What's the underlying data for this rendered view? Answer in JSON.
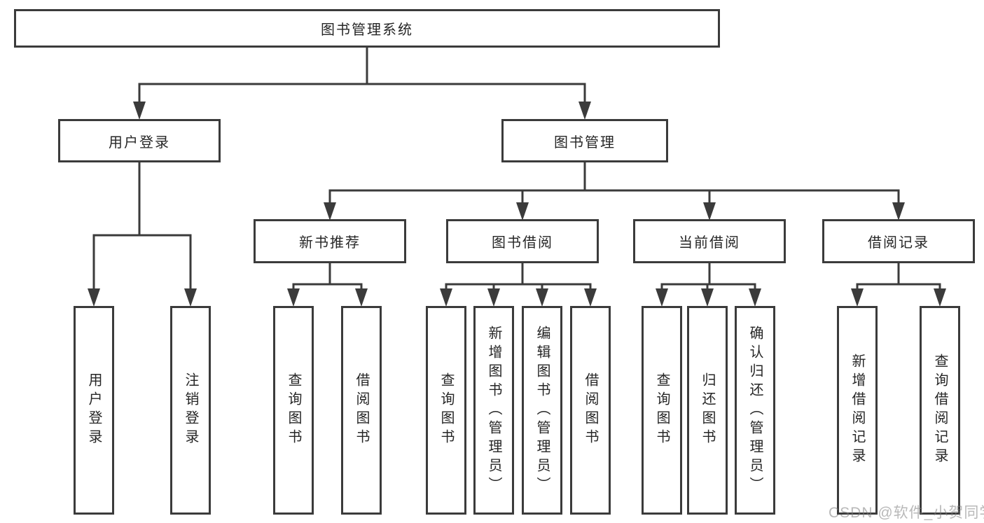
{
  "diagram": {
    "root": {
      "label": "图书管理系统"
    },
    "login": {
      "label": "用户登录",
      "children": [
        {
          "label": "用户登录"
        },
        {
          "label": "注销登录"
        }
      ]
    },
    "manage": {
      "label": "图书管理",
      "modules": [
        {
          "label": "新书推荐",
          "children": [
            {
              "label": "查询图书"
            },
            {
              "label": "借阅图书"
            }
          ]
        },
        {
          "label": "图书借阅",
          "children": [
            {
              "label": "查询图书"
            },
            {
              "label": "新增图书（管理员）"
            },
            {
              "label": "编辑图书（管理员）"
            },
            {
              "label": "借阅图书"
            }
          ]
        },
        {
          "label": "当前借阅",
          "children": [
            {
              "label": "查询图书"
            },
            {
              "label": "归还图书"
            },
            {
              "label": "确认归还（管理员）"
            }
          ]
        },
        {
          "label": "借阅记录",
          "children": [
            {
              "label": "新增借阅记录"
            },
            {
              "label": "查询借阅记录"
            }
          ]
        }
      ]
    },
    "watermark": "CSDN @软件_小贺同学",
    "colors": {
      "line": "#3b3b3b",
      "box_background": "#ffffff",
      "text": "#262626",
      "watermark": "#9d9d9d"
    }
  }
}
